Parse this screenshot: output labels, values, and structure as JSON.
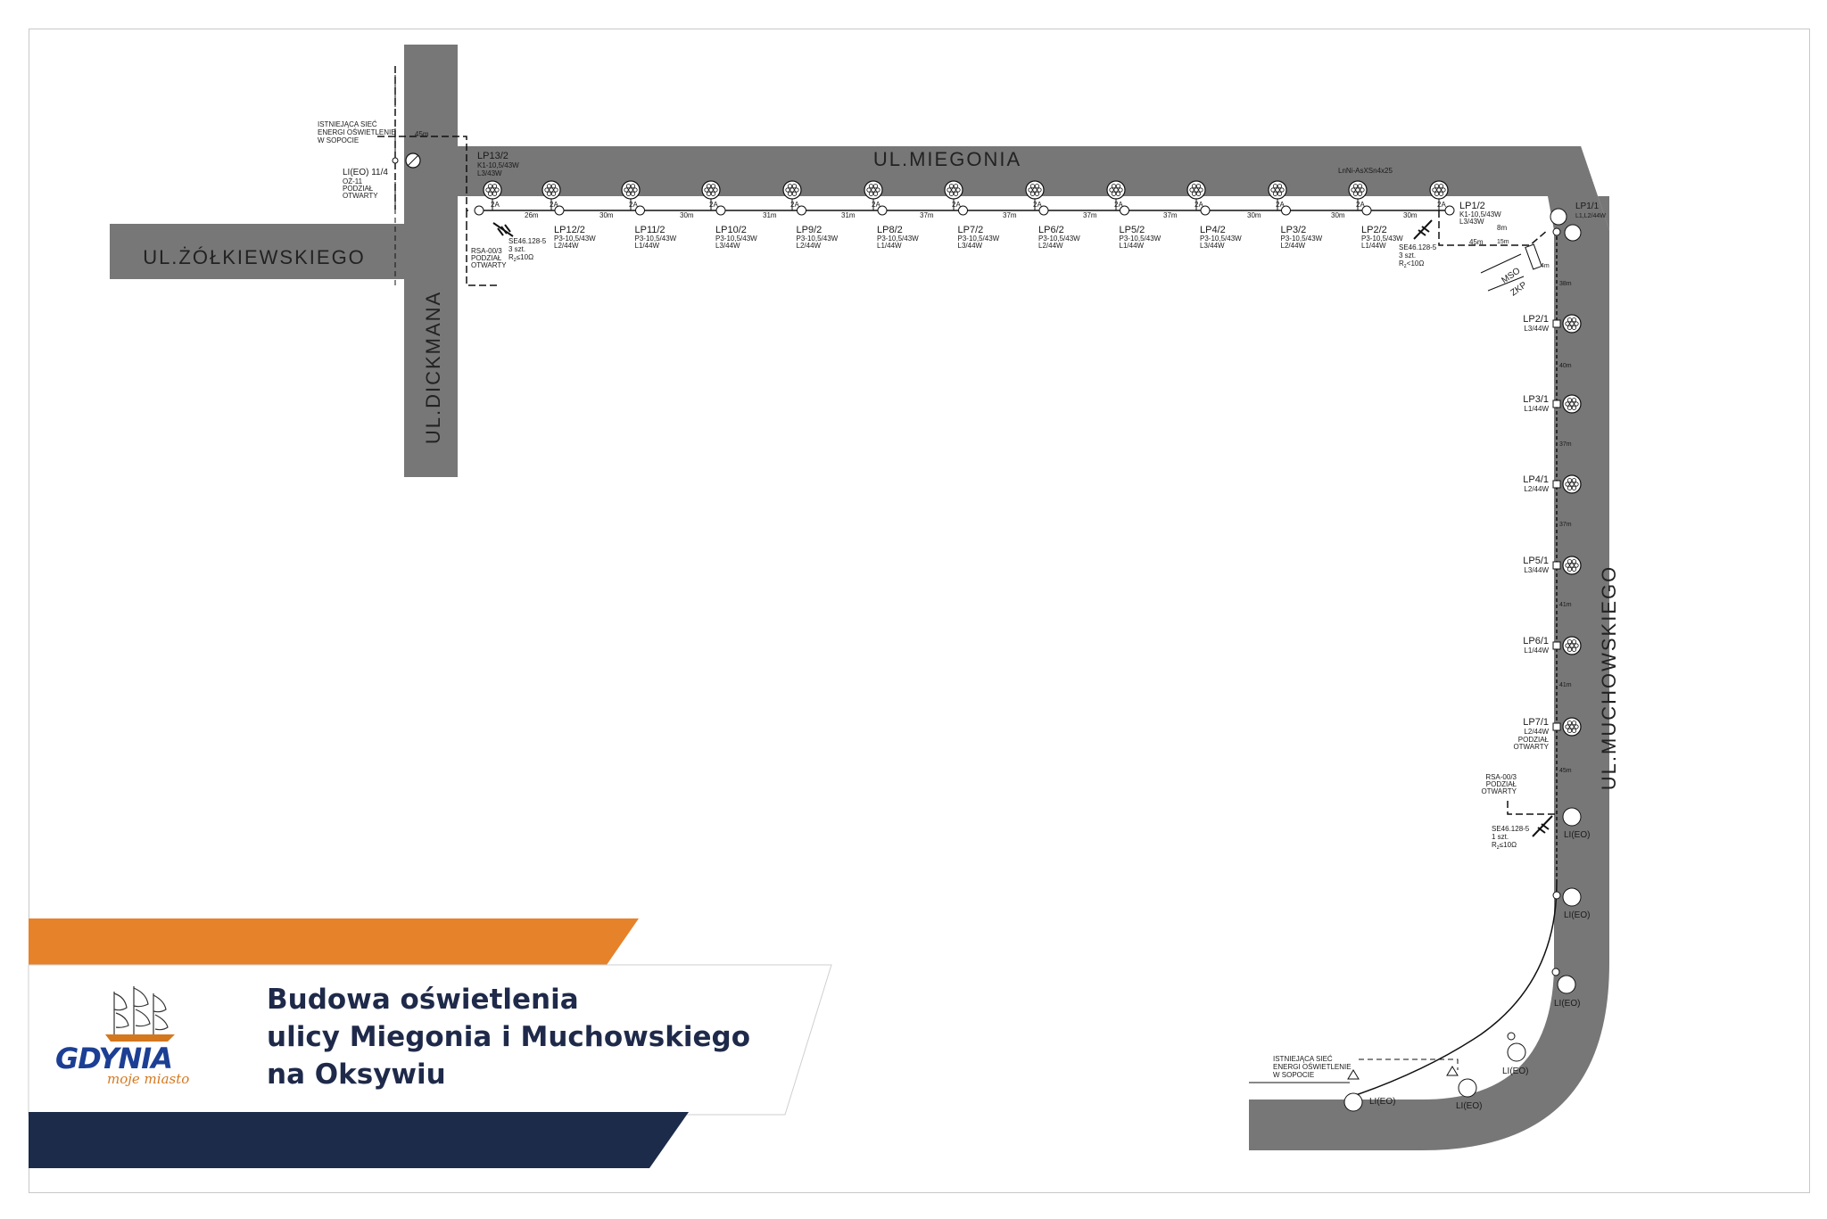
{
  "colors": {
    "road": "#777777",
    "line": "#111111",
    "accent_orange": "#e6822a",
    "accent_navy": "#1c2b4a",
    "logo_blue": "#1c3f94"
  },
  "streets": {
    "miegonia": "UL.MIEGONIA",
    "zolkiewskiego": "UL.ŻÓŁKIEWSKIEGO",
    "dickmana": "UL.DICKMANA",
    "muchowskiego": "UL.MUCHOWSKIEGO"
  },
  "existing_network_top": [
    "ISTNIEJĄCA SIEĆ",
    "ENERGI OŚWIETLENIE",
    "W SOPOCIE"
  ],
  "existing_network_bottom": [
    "ISTNIEJĄCA SIEĆ",
    "ENERGI OŚWIETLENIE",
    "W SOPOCIE"
  ],
  "li_eo_11_4": [
    "LI(EO) 11/4",
    "OŻ-11",
    "PODZIAŁ",
    "OTWARTY"
  ],
  "dist_45m_top": "45m",
  "rsa_left": [
    "RSA-00/3",
    "PODZIAŁ",
    "OTWARTY"
  ],
  "se_left": [
    "SE46.128-5",
    "3 szt.",
    "R",
    "z",
    "≤10Ω"
  ],
  "se_right": [
    "SE46.128-5",
    "3 szt.",
    "R",
    "z",
    "<10Ω"
  ],
  "se_bottom": [
    "SE46.128-5",
    "1 szt.",
    "R",
    "z",
    "≤10Ω"
  ],
  "rsa_bottom": [
    "RSA-00/3",
    "PODZIAŁ",
    "OTWARTY"
  ],
  "cable_label": "LnNi-AsXSn4x25",
  "fuse": "2A",
  "lp13": [
    "LP13/2",
    "K1-10,5/43W",
    "L3/43W"
  ],
  "lp1_2": [
    "LP1/2",
    "K1-10,5/43W",
    "L3/43W"
  ],
  "lp1_1": [
    "LP1/1",
    "L1,L2/44W"
  ],
  "top_poles": [
    {
      "name": "LP12/2",
      "spec": "P3-10,5/43W",
      "phase": "L2/44W"
    },
    {
      "name": "LP11/2",
      "spec": "P3-10,5/43W",
      "phase": "L1/44W"
    },
    {
      "name": "LP10/2",
      "spec": "P3-10,5/43W",
      "phase": "L3/44W"
    },
    {
      "name": "LP9/2",
      "spec": "P3-10,5/43W",
      "phase": "L2/44W"
    },
    {
      "name": "LP8/2",
      "spec": "P3-10,5/43W",
      "phase": "L1/44W"
    },
    {
      "name": "LP7/2",
      "spec": "P3-10,5/43W",
      "phase": "L3/44W"
    },
    {
      "name": "LP6/2",
      "spec": "P3-10,5/43W",
      "phase": "L2/44W"
    },
    {
      "name": "LP5/2",
      "spec": "P3-10,5/43W",
      "phase": "L1/44W"
    },
    {
      "name": "LP4/2",
      "spec": "P3-10,5/43W",
      "phase": "L3/44W"
    },
    {
      "name": "LP3/2",
      "spec": "P3-10,5/43W",
      "phase": "L2/44W"
    },
    {
      "name": "LP2/2",
      "spec": "P3-10,5/43W",
      "phase": "L1/44W"
    }
  ],
  "top_distances": [
    "26m",
    "30m",
    "30m",
    "31m",
    "31m",
    "37m",
    "37m",
    "37m",
    "37m",
    "30m",
    "30m",
    "30m"
  ],
  "right_poles": [
    {
      "name": "LP2/1",
      "phase": "L3/44W"
    },
    {
      "name": "LP3/1",
      "phase": "L1/44W"
    },
    {
      "name": "LP4/1",
      "phase": "L2/44W"
    },
    {
      "name": "LP5/1",
      "phase": "L3/44W"
    },
    {
      "name": "LP6/1",
      "phase": "L1/44W"
    },
    {
      "name": "LP7/1",
      "phase": "L2/44W",
      "extra": [
        "PODZIAŁ",
        "OTWARTY"
      ]
    }
  ],
  "right_distances": [
    "38m",
    "40m",
    "37m",
    "37m",
    "41m",
    "41m",
    "45m"
  ],
  "corner": {
    "d8": "8m",
    "d45": "45m",
    "d15": "15m",
    "d4": "4m",
    "mso": "MSO",
    "zkp": "ZKP"
  },
  "li_eo": "LI(EO)",
  "title": {
    "line1": "Budowa oświetlenia",
    "line2": "ulicy Miegonia i Muchowskiego",
    "line3": "na Oksywiu"
  },
  "logo": {
    "name": "GDYNIA",
    "tagline": "moje miasto"
  }
}
